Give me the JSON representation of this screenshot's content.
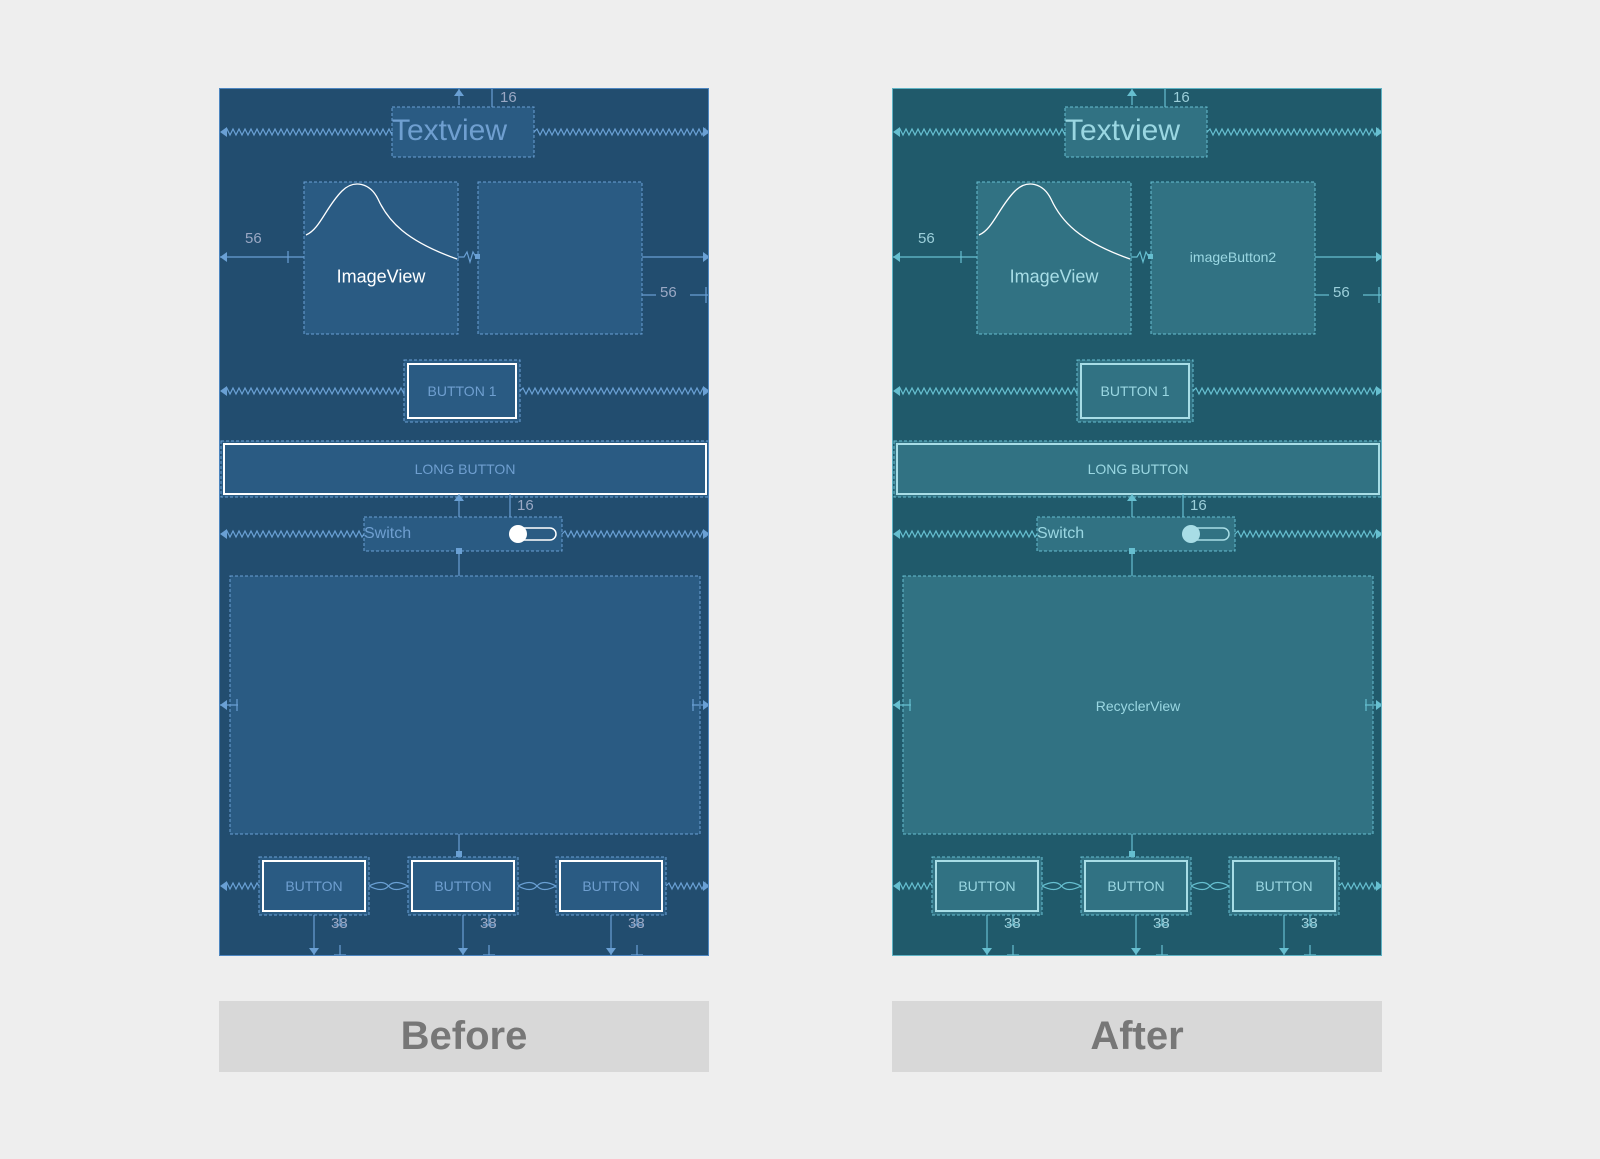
{
  "panels": [
    {
      "id": "before",
      "colors": {
        "bg": "#224d6f",
        "box": "#2a5b83",
        "line": "#6aa0d4",
        "text": "#6f9fd0",
        "bright": "#ffffff",
        "metric": "#9aa8c4"
      },
      "textview": "Textview",
      "margin_top": "16",
      "margin_left": "56",
      "margin_right": "56",
      "image_label": "ImageView",
      "image_button_label": "",
      "button1": "BUTTON 1",
      "long_button": "LONG BUTTON",
      "switch_label": "Switch",
      "switch_margin": "16",
      "recycler_label": "",
      "bottom_buttons": [
        "BUTTON",
        "BUTTON",
        "BUTTON"
      ],
      "bottom_margins": [
        "38",
        "38",
        "38"
      ]
    },
    {
      "id": "after",
      "colors": {
        "bg": "#205a6b",
        "box": "#317283",
        "line": "#66bfd0",
        "text": "#9ad7e2",
        "bright": "#a8dde6",
        "metric": "#9ccfda"
      },
      "textview": "Textview",
      "margin_top": "16",
      "margin_left": "56",
      "margin_right": "56",
      "image_label": "ImageView",
      "image_button_label": "imageButton2",
      "button1": "BUTTON 1",
      "long_button": "LONG BUTTON",
      "switch_label": "Switch",
      "switch_margin": "16",
      "recycler_label": "RecyclerView",
      "bottom_buttons": [
        "BUTTON",
        "BUTTON",
        "BUTTON"
      ],
      "bottom_margins": [
        "38",
        "38",
        "38"
      ]
    }
  ],
  "captions": {
    "before": "Before",
    "after": "After"
  }
}
